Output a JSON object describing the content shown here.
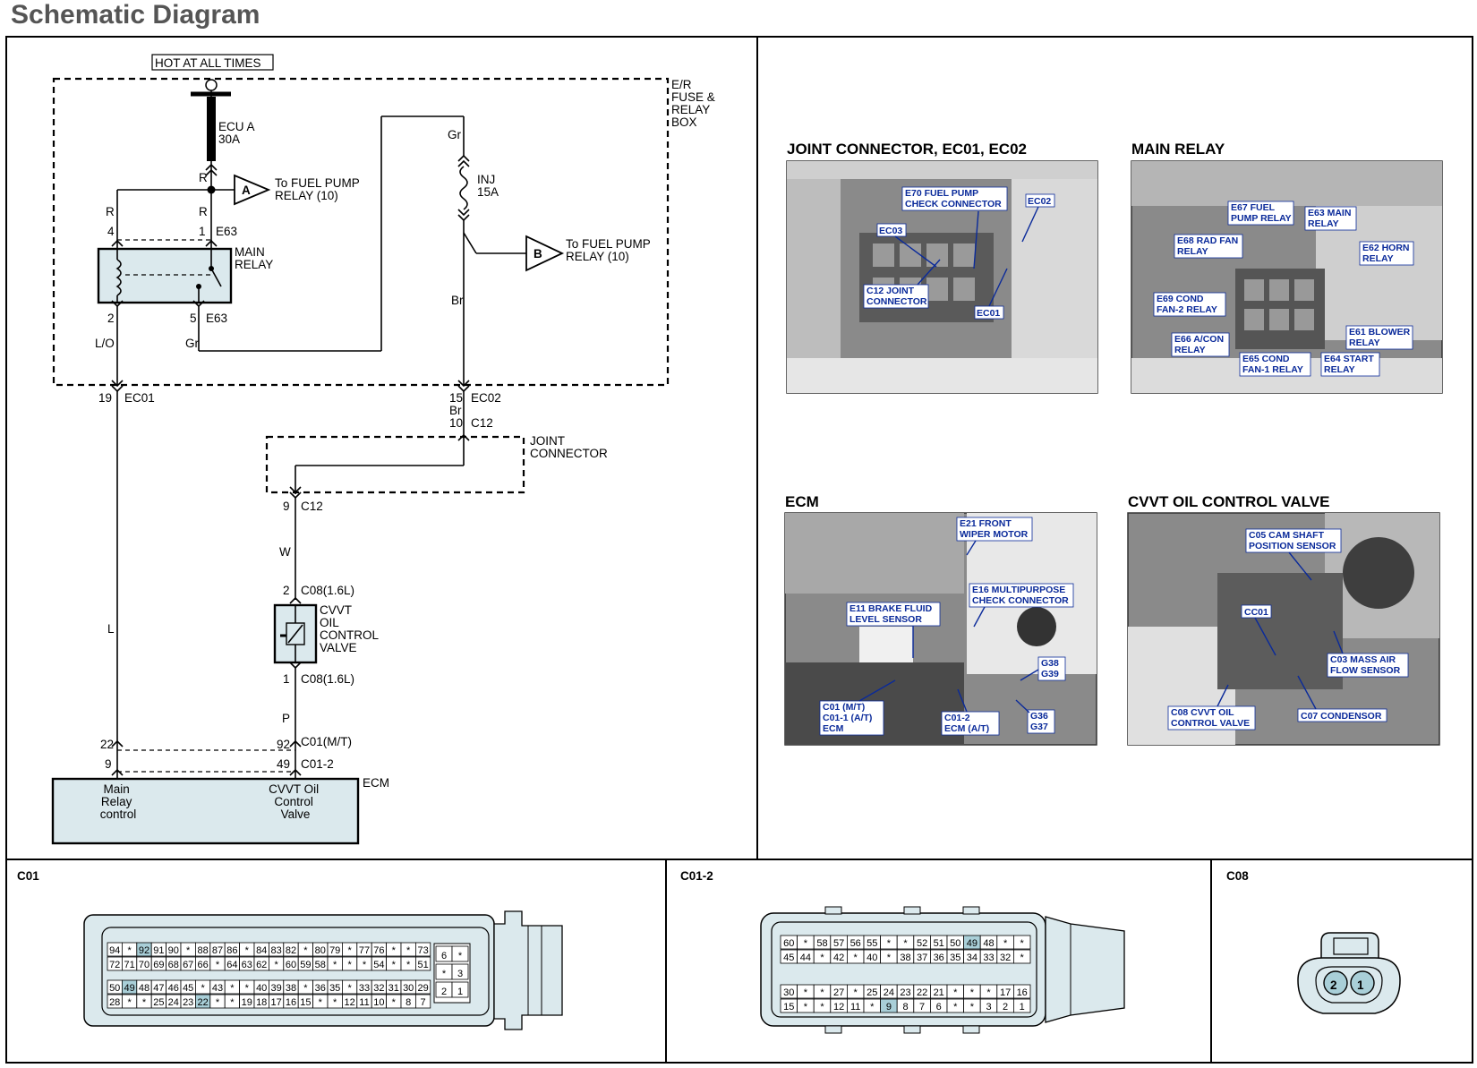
{
  "page_title": "Schematic Diagram",
  "schematic": {
    "hot_at_all_times": "HOT AT ALL TIMES",
    "er_box": [
      "E/R",
      "FUSE &",
      "RELAY",
      "BOX"
    ],
    "fuse_ecu": [
      "ECU A",
      "30A"
    ],
    "fuse_inj": [
      "INJ",
      "15A"
    ],
    "to_fuel_pump_a": [
      "To FUEL PUMP",
      "RELAY (10)"
    ],
    "to_fuel_pump_b": [
      "To FUEL PUMP",
      "RELAY (10)"
    ],
    "marker_a": "A",
    "marker_b": "B",
    "main_relay": [
      "MAIN",
      "RELAY"
    ],
    "joint_connector": [
      "JOINT",
      "CONNECTOR"
    ],
    "cvvt_valve": [
      "CVVT",
      "OIL",
      "CONTROL",
      "VALVE"
    ],
    "ecm_label": "ECM",
    "ecm_main_relay": [
      "Main",
      "Relay",
      "control"
    ],
    "ecm_cvvt": [
      "CVVT Oil",
      "Control",
      "Valve"
    ],
    "wire_colors": {
      "r1": "R",
      "r2": "R",
      "r3": "R",
      "gr1": "Gr",
      "gr2": "Gr",
      "lo": "L/O",
      "br1": "Br",
      "br2": "Br",
      "w": "W",
      "l": "L",
      "p": "P"
    },
    "pins": {
      "p4": "4",
      "p1": "1",
      "e63a": "E63",
      "p2": "2",
      "p5": "5",
      "e63b": "E63",
      "p19": "19",
      "ec01": "EC01",
      "p15": "15",
      "ec02": "EC02",
      "p10": "10",
      "c12a": "C12",
      "p9": "9",
      "c12b": "C12",
      "p2b": "2",
      "c08a": "C08(1.6L)",
      "p1b": "1",
      "c08b": "C08(1.6L)",
      "p22": "22",
      "p92": "92",
      "c01mt": "C01(M/T)",
      "p9b": "9",
      "p49": "49",
      "c012": "C01-2"
    }
  },
  "photos": {
    "joint": {
      "title": "JOINT CONNECTOR, EC01, EC02",
      "labels": [
        [
          "E70 FUEL PUMP",
          "CHECK CONNECTOR"
        ],
        [
          "EC02"
        ],
        [
          "EC03"
        ],
        [
          "C12 JOINT",
          "CONNECTOR"
        ],
        [
          "EC01"
        ]
      ]
    },
    "relay": {
      "title": "MAIN RELAY",
      "labels": [
        [
          "E67 FUEL",
          "PUMP RELAY"
        ],
        [
          "E63 MAIN",
          "RELAY"
        ],
        [
          "E68 RAD FAN",
          "RELAY"
        ],
        [
          "E62 HORN",
          "RELAY"
        ],
        [
          "E69 COND",
          "FAN-2 RELAY"
        ],
        [
          "E61 BLOWER",
          "RELAY"
        ],
        [
          "E66 A/CON",
          "RELAY"
        ],
        [
          "E65 COND",
          "FAN-1 RELAY"
        ],
        [
          "E64 START",
          "RELAY"
        ]
      ]
    },
    "ecm": {
      "title": "ECM",
      "labels": [
        [
          "E21 FRONT",
          "WIPER MOTOR"
        ],
        [
          "E16 MULTIPURPOSE",
          "CHECK CONNECTOR"
        ],
        [
          "E11 BRAKE FLUID",
          "LEVEL SENSOR"
        ],
        [
          "G38",
          "G39"
        ],
        [
          "C01 (M/T)",
          "C01-1 (A/T)",
          "ECM"
        ],
        [
          "C01-2",
          "ECM (A/T)"
        ],
        [
          "G36",
          "G37"
        ]
      ]
    },
    "cvvt": {
      "title": "CVVT OIL CONTROL VALVE",
      "labels": [
        [
          "C05 CAM SHAFT",
          "POSITION SENSOR"
        ],
        [
          "CC01"
        ],
        [
          "C03 MASS AIR",
          "FLOW SENSOR"
        ],
        [
          "C08 CVVT  OIL",
          "CONTROL VALVE"
        ],
        [
          "C07 CONDENSOR"
        ]
      ]
    }
  },
  "connectors": {
    "c01": {
      "title": "C01",
      "rows": [
        [
          "94",
          "*",
          "92",
          "91",
          "90",
          "*",
          "88",
          "87",
          "86",
          "*",
          "84",
          "83",
          "82",
          "*",
          "80",
          "79",
          "*",
          "77",
          "76",
          "*",
          "*",
          "73"
        ],
        [
          "72",
          "71",
          "70",
          "69",
          "68",
          "67",
          "66",
          "*",
          "64",
          "63",
          "62",
          "*",
          "60",
          "59",
          "58",
          "*",
          "*",
          "*",
          "54",
          "*",
          "*",
          "51"
        ],
        [
          "50",
          "49",
          "48",
          "47",
          "46",
          "45",
          "*",
          "43",
          "*",
          "*",
          "40",
          "39",
          "38",
          "*",
          "36",
          "35",
          "*",
          "33",
          "32",
          "31",
          "30",
          "29"
        ],
        [
          "28",
          "*",
          "*",
          "25",
          "24",
          "23",
          "22",
          "*",
          "*",
          "19",
          "18",
          "17",
          "16",
          "15",
          "*",
          "*",
          "12",
          "11",
          "10",
          "*",
          "8",
          "7"
        ]
      ],
      "side": [
        [
          "6",
          "*"
        ],
        [
          "*",
          "3"
        ],
        [
          "2",
          "1"
        ]
      ],
      "highlight": [
        "92",
        "49",
        "22"
      ]
    },
    "c012": {
      "title": "C01-2",
      "rows": [
        [
          "60",
          "*",
          "58",
          "57",
          "56",
          "55",
          "*",
          "*",
          "52",
          "51",
          "50",
          "49",
          "48",
          "*",
          "*"
        ],
        [
          "45",
          "44",
          "*",
          "42",
          "*",
          "40",
          "*",
          "38",
          "37",
          "36",
          "35",
          "34",
          "33",
          "32",
          "*"
        ],
        [
          "30",
          "*",
          "*",
          "27",
          "*",
          "25",
          "24",
          "23",
          "22",
          "21",
          "*",
          "*",
          "*",
          "17",
          "16"
        ],
        [
          "15",
          "*",
          "*",
          "12",
          "11",
          "*",
          "9",
          "8",
          "7",
          "6",
          "*",
          "*",
          "3",
          "2",
          "1"
        ]
      ],
      "highlight": [
        "49",
        "9"
      ]
    },
    "c08": {
      "title": "C08",
      "pins": [
        "2",
        "1"
      ]
    }
  }
}
